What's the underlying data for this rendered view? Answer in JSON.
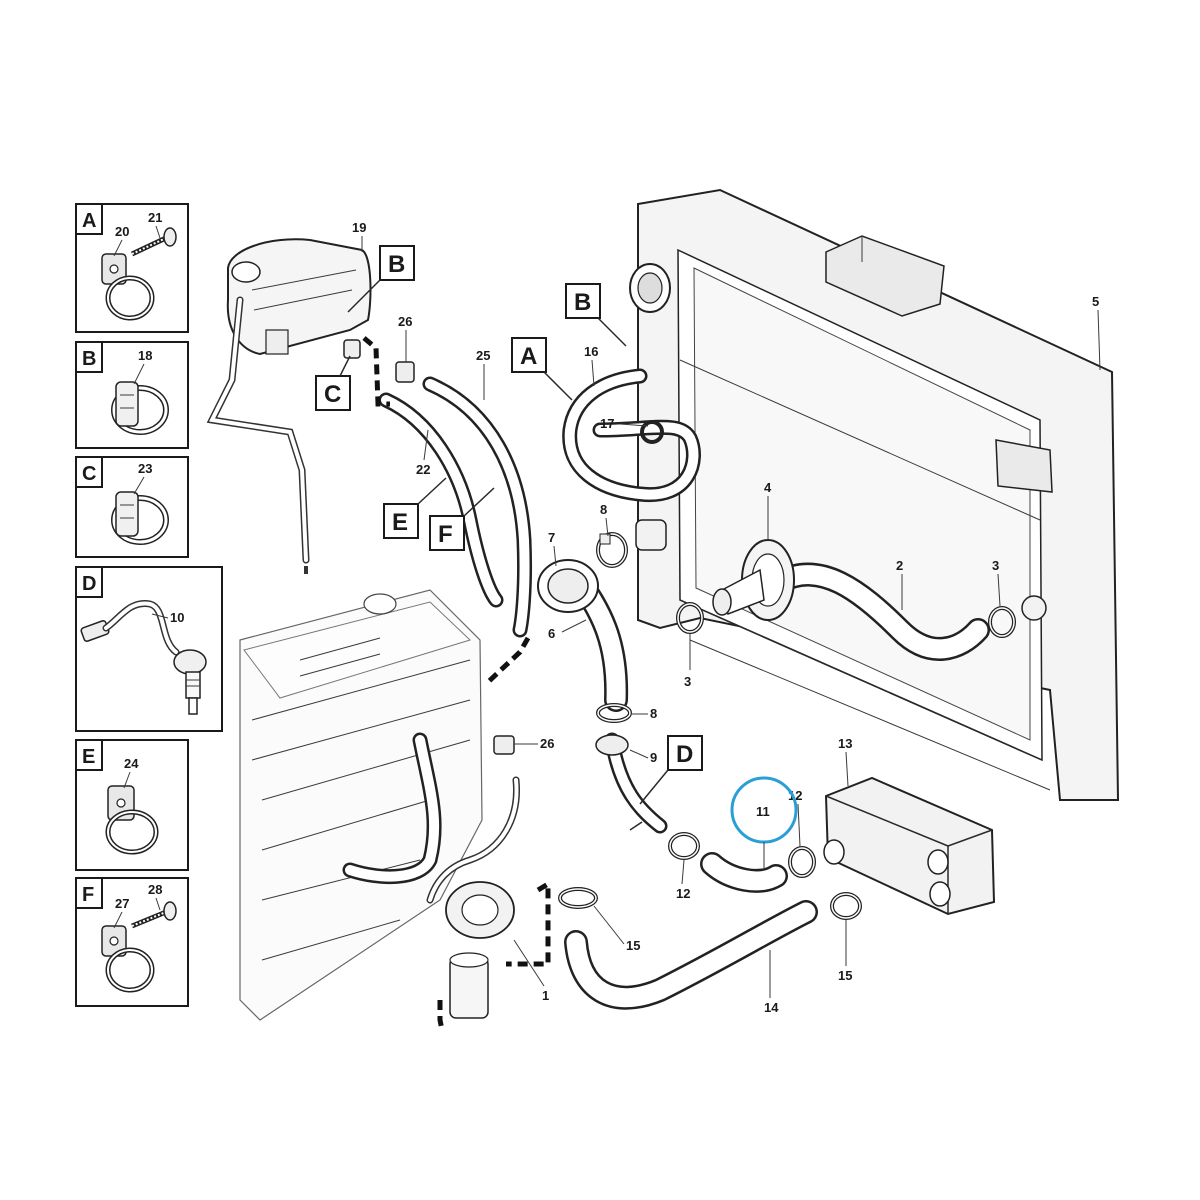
{
  "detail_panels": [
    {
      "letter": "A",
      "parts": [
        "20",
        "21"
      ]
    },
    {
      "letter": "B",
      "parts": [
        "18"
      ]
    },
    {
      "letter": "C",
      "parts": [
        "23"
      ]
    },
    {
      "letter": "D",
      "parts": [
        "10"
      ]
    },
    {
      "letter": "E",
      "parts": [
        "24"
      ]
    },
    {
      "letter": "F",
      "parts": [
        "27",
        "28"
      ]
    }
  ],
  "callouts": {
    "b_top": "B",
    "b_radiator": "B",
    "a_main": "A",
    "c_main": "C",
    "e_main": "E",
    "f_main": "F",
    "d_main": "D"
  },
  "part_numbers": {
    "p1": "1",
    "p2": "2",
    "p3a": "3",
    "p3b": "3",
    "p4": "4",
    "p5": "5",
    "p6": "6",
    "p7": "7",
    "p8a": "8",
    "p8b": "8",
    "p9": "9",
    "p11": "11",
    "p12a": "12",
    "p12b": "12",
    "p13": "13",
    "p14": "14",
    "p15a": "15",
    "p15b": "15",
    "p16": "16",
    "p17": "17",
    "p19": "19",
    "p22": "22",
    "p25": "25",
    "p26a": "26",
    "p26b": "26"
  },
  "highlight": {
    "part": "11",
    "color": "#2a9fd6"
  }
}
